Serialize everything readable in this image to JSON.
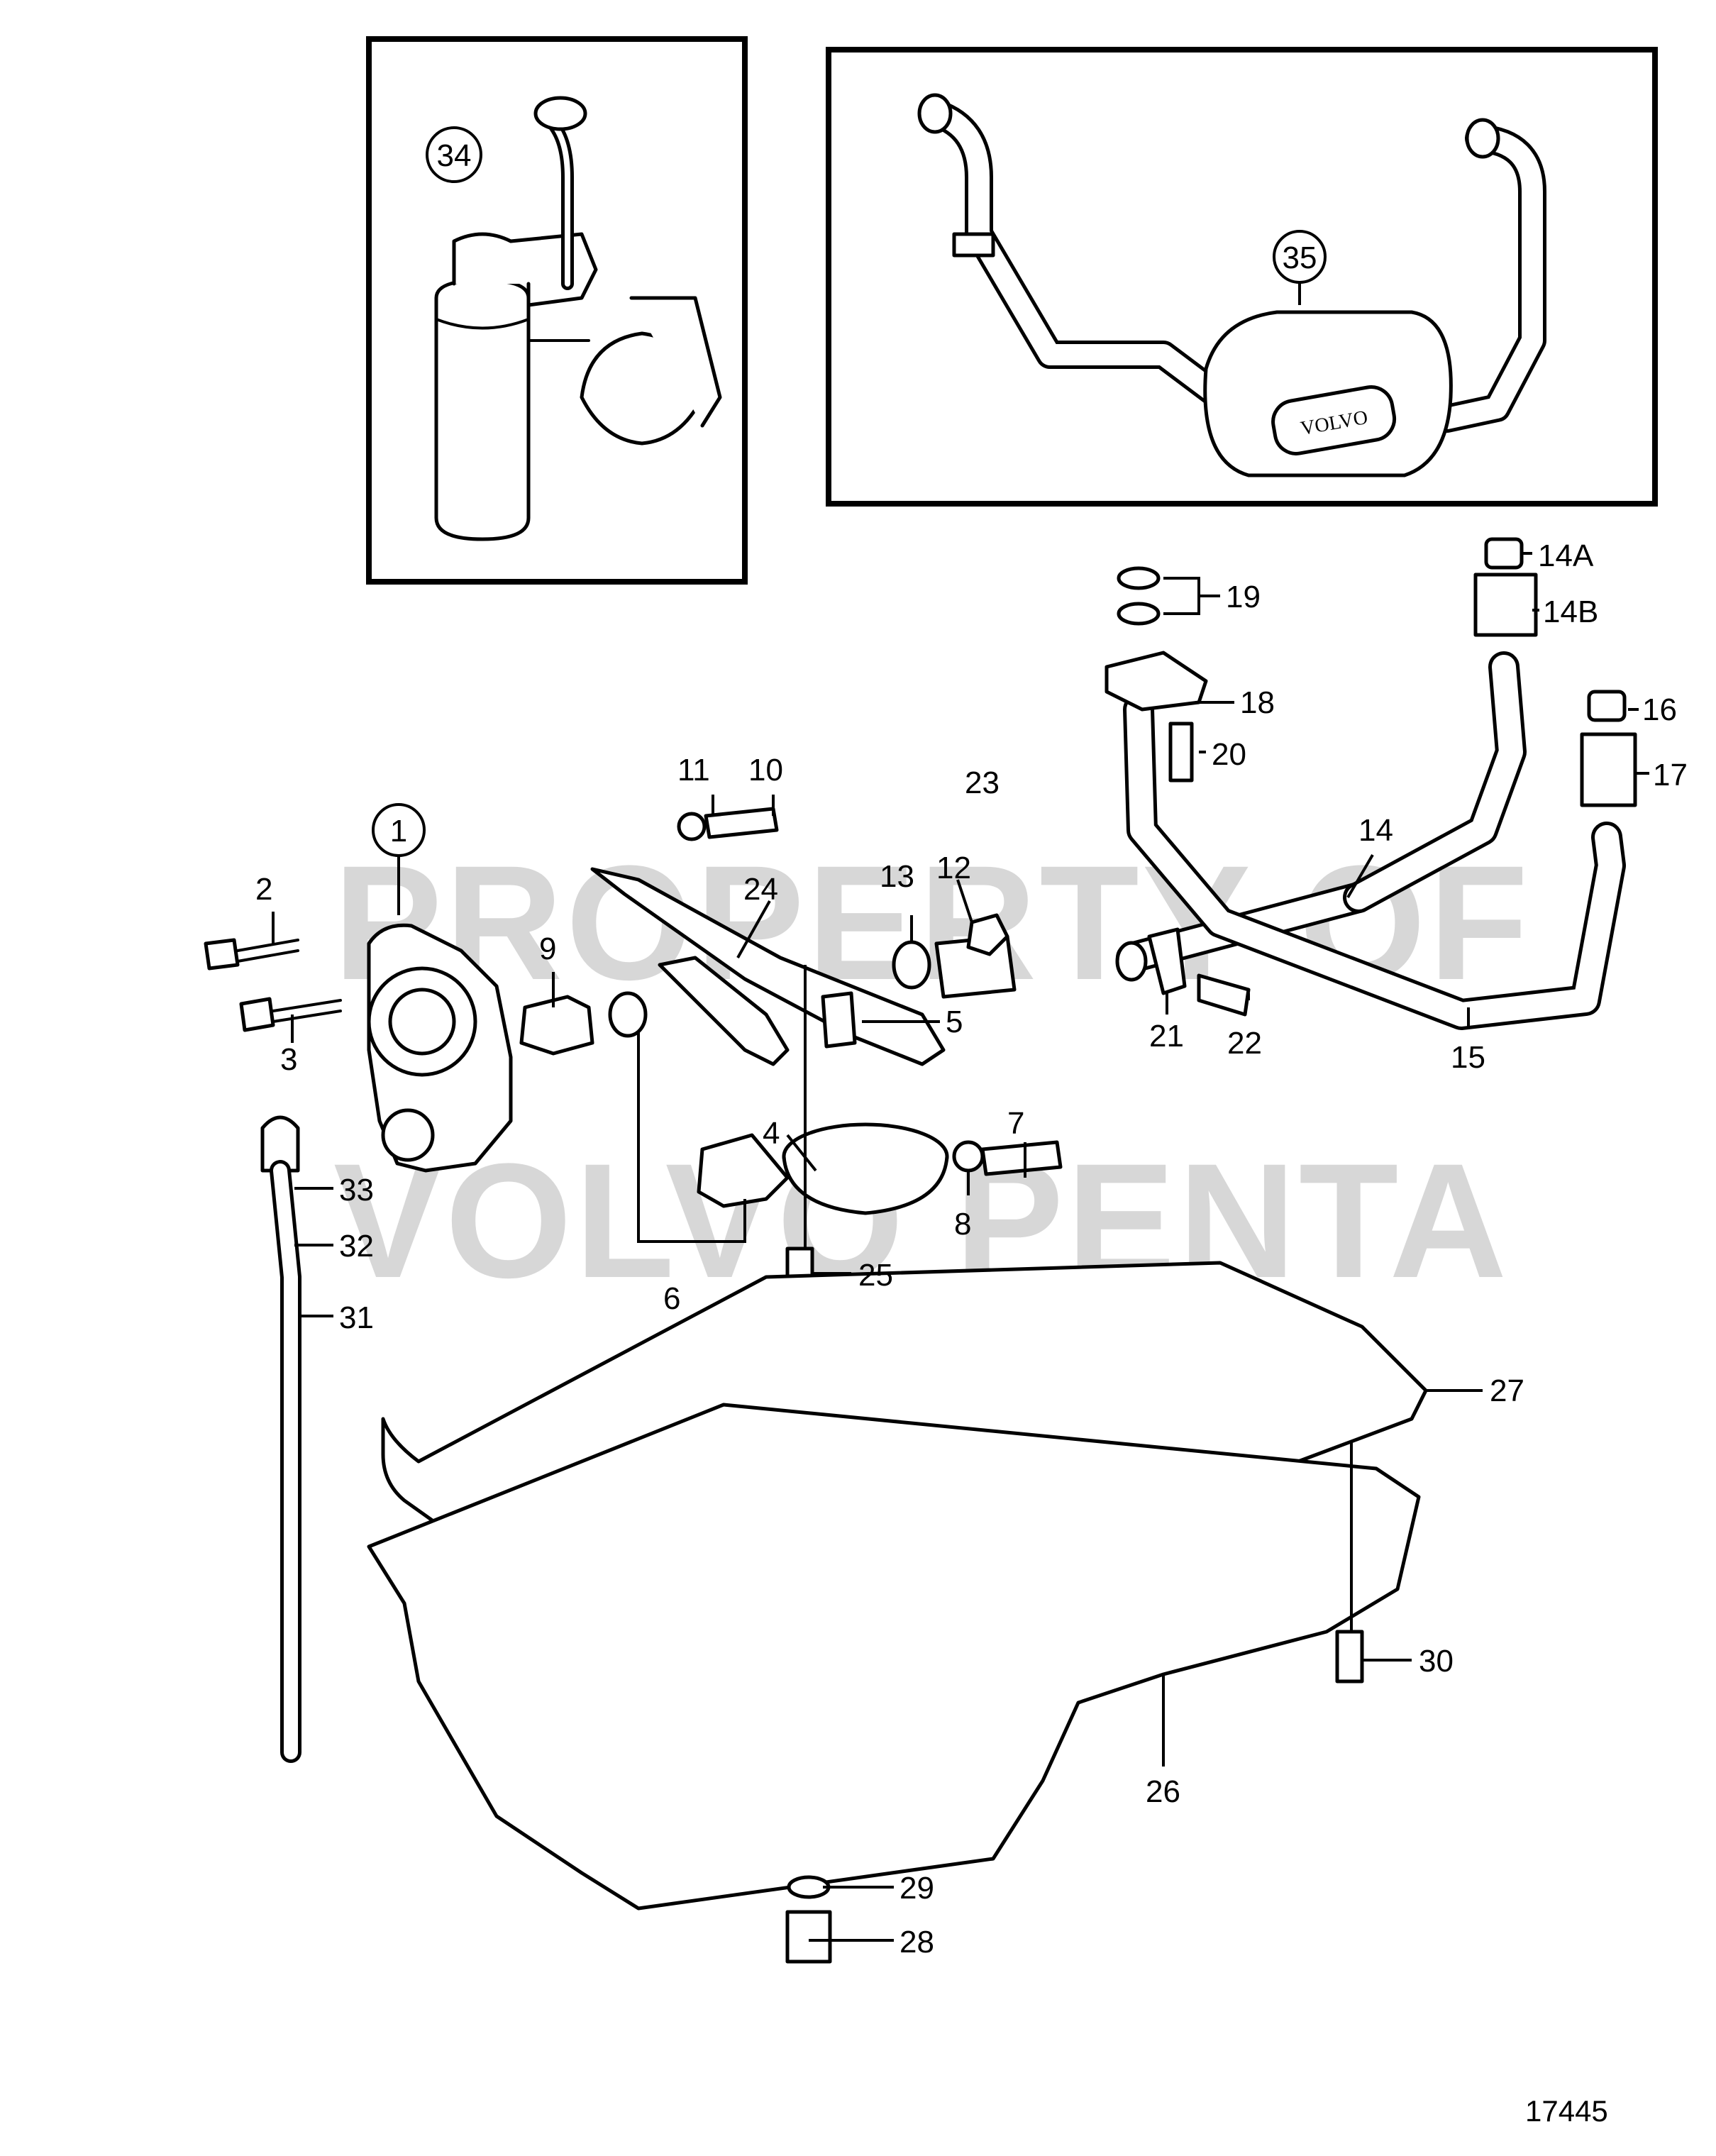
{
  "figure_number": "17445",
  "watermark": {
    "line1": "PROPERTY OF",
    "line2": "VOLVO PENTA"
  },
  "inset_callouts": {
    "left": "34",
    "right": "35"
  },
  "badge_text": "VOLVO",
  "callouts": [
    "1",
    "2",
    "3",
    "4",
    "5",
    "6",
    "7",
    "8",
    "9",
    "10",
    "11",
    "12",
    "13",
    "14",
    "14A",
    "14B",
    "15",
    "16",
    "17",
    "18",
    "19",
    "20",
    "21",
    "22",
    "23",
    "24",
    "25",
    "26",
    "27",
    "28",
    "29",
    "30",
    "31",
    "32",
    "33"
  ]
}
